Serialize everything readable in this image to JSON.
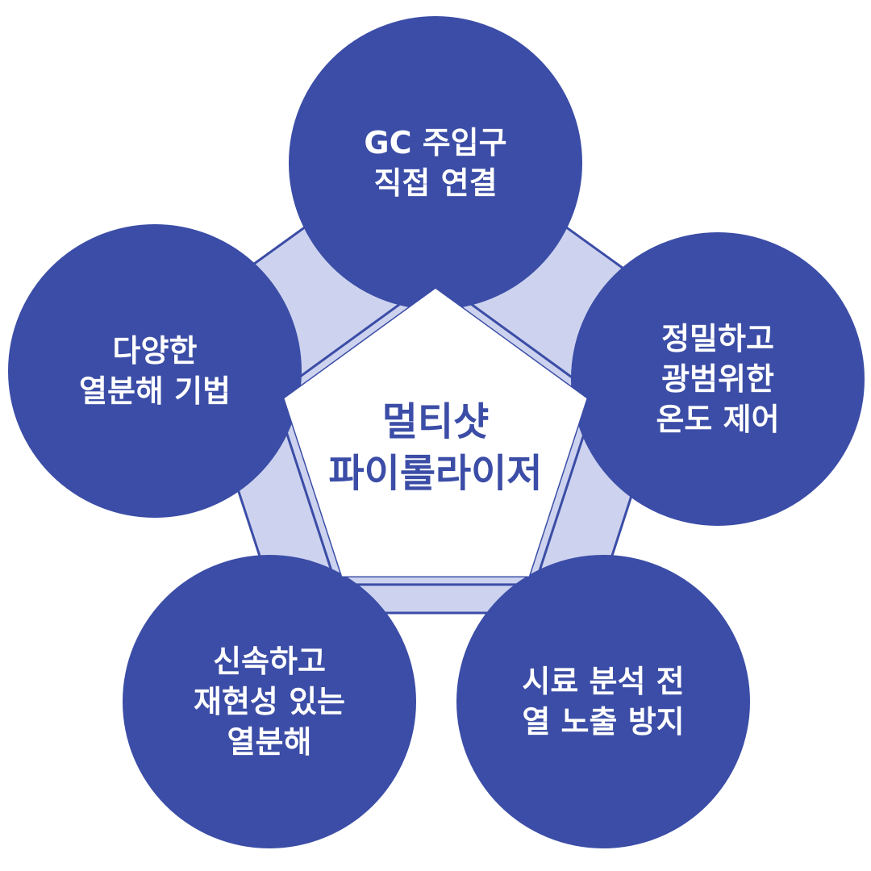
{
  "colors": {
    "node_fill": "#3b4da6",
    "outer_pentagon_fill": "#cdd3ef",
    "outer_pentagon_stroke": "#3b4da6",
    "center_fill": "#ffffff",
    "center_text": "#3b4da6"
  },
  "center": {
    "lines": [
      "멀티샷",
      "파이롤라이저"
    ]
  },
  "nodes": [
    {
      "id": "top",
      "lines": [
        "GC 주입구",
        "직접 연결"
      ]
    },
    {
      "id": "right",
      "lines": [
        "정밀하고",
        "광범위한",
        "온도 제어"
      ]
    },
    {
      "id": "bottom-right",
      "lines": [
        "시료 분석 전",
        "열 노출 방지"
      ]
    },
    {
      "id": "bottom-left",
      "lines": [
        "신속하고",
        "재현성 있는",
        "열분해"
      ]
    },
    {
      "id": "left",
      "lines": [
        "다양한",
        "열분해 기법"
      ]
    }
  ]
}
